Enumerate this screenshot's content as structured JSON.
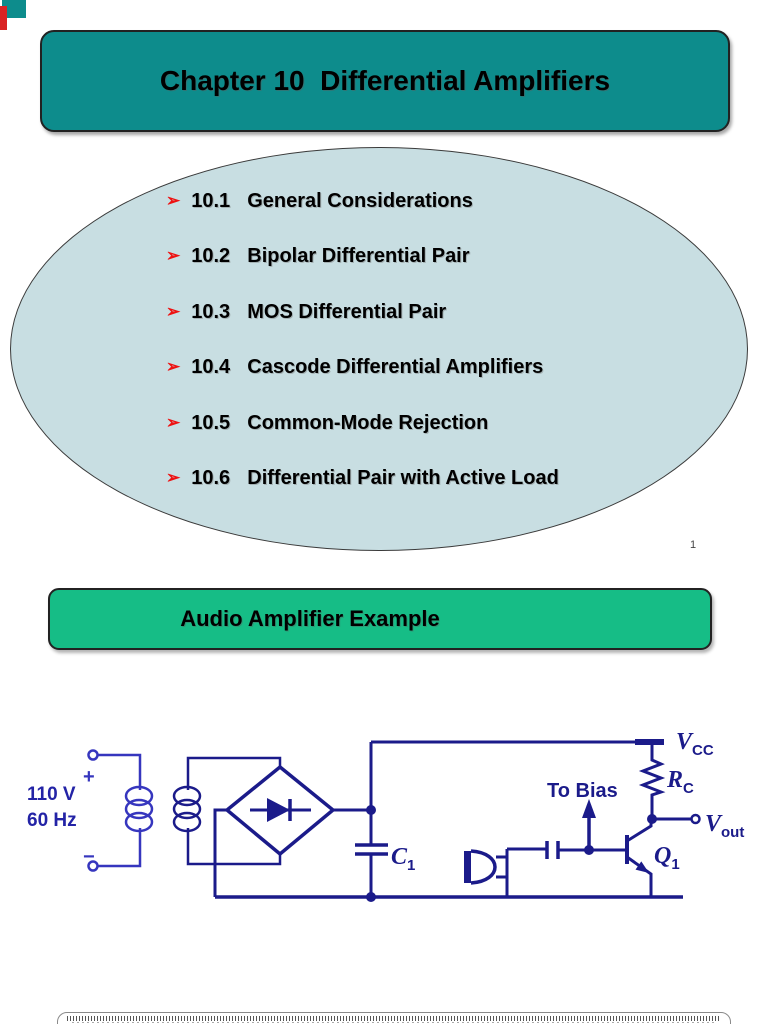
{
  "slide1": {
    "title": "Chapter 10  Differential Amplifiers",
    "bullet_glyph": "➢",
    "topics": [
      {
        "num": "10.1",
        "title": "General Considerations"
      },
      {
        "num": "10.2",
        "title": "Bipolar Differential Pair"
      },
      {
        "num": "10.3",
        "title": "MOS Differential Pair"
      },
      {
        "num": "10.4",
        "title": "Cascode Differential Amplifiers"
      },
      {
        "num": "10.5",
        "title": "Common-Mode Rejection"
      },
      {
        "num": "10.6",
        "title": "Differential Pair with Active Load"
      }
    ],
    "page_number": "1"
  },
  "slide2": {
    "title": "Audio Amplifier Example",
    "circuit": {
      "source": {
        "line1": "110 V",
        "line2": "60 Hz",
        "plus": "+",
        "minus": "−"
      },
      "to_bias": "To Bias",
      "labels": {
        "c1": {
          "main": "C",
          "sub": "1"
        },
        "vcc": {
          "main": "V",
          "sub": "CC"
        },
        "rc": {
          "main": "R",
          "sub": "C"
        },
        "vout": {
          "main": "V",
          "sub": "out"
        },
        "q1": {
          "main": "Q",
          "sub": "1"
        }
      }
    }
  },
  "colors": {
    "header_teal": "#0D8C8C",
    "ellipse_fill": "#C8DEE2",
    "green_banner": "#16BD86",
    "bullet_red": "#EE1111",
    "circuit_navy": "#1B1B8A",
    "source_blue": "#3636BE"
  }
}
